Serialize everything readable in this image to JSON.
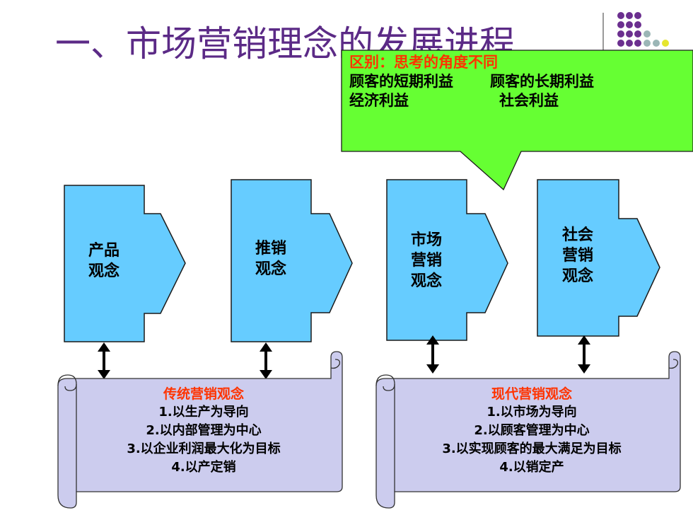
{
  "title": "一、市场营销理念的发展进程",
  "callout": {
    "heading": "区别：思考的角度不同",
    "line1_left": "顾客的短期利益",
    "line1_right": "顾客的长期利益",
    "line2_left": "经济利益",
    "line2_right": "社会利益"
  },
  "concepts": [
    {
      "line1": "产品",
      "line2": "观念",
      "line3": ""
    },
    {
      "line1": "推销",
      "line2": "观念",
      "line3": ""
    },
    {
      "line1": "市场",
      "line2": "营销",
      "line3": "观念"
    },
    {
      "line1": "社会",
      "line2": "营销",
      "line3": "观念"
    }
  ],
  "traditional": {
    "heading": "传统营销观念",
    "items": [
      "1.以生产为导向",
      "2.以内部管理为中心",
      "3.以企业利润最大化为目标",
      "4.以产定销"
    ]
  },
  "modern": {
    "heading": "现代营销观念",
    "items": [
      "1.以市场为导向",
      "2.以顾客管理为中心",
      "3.以实现顾客的最大满足为目标",
      "4.以销定产"
    ]
  },
  "colors": {
    "title": "#5b2a86",
    "box_fill": "#66ccff",
    "callout_fill": "#66ff33",
    "scroll_fill": "#ccccee",
    "accent_red": "#ff3300"
  }
}
